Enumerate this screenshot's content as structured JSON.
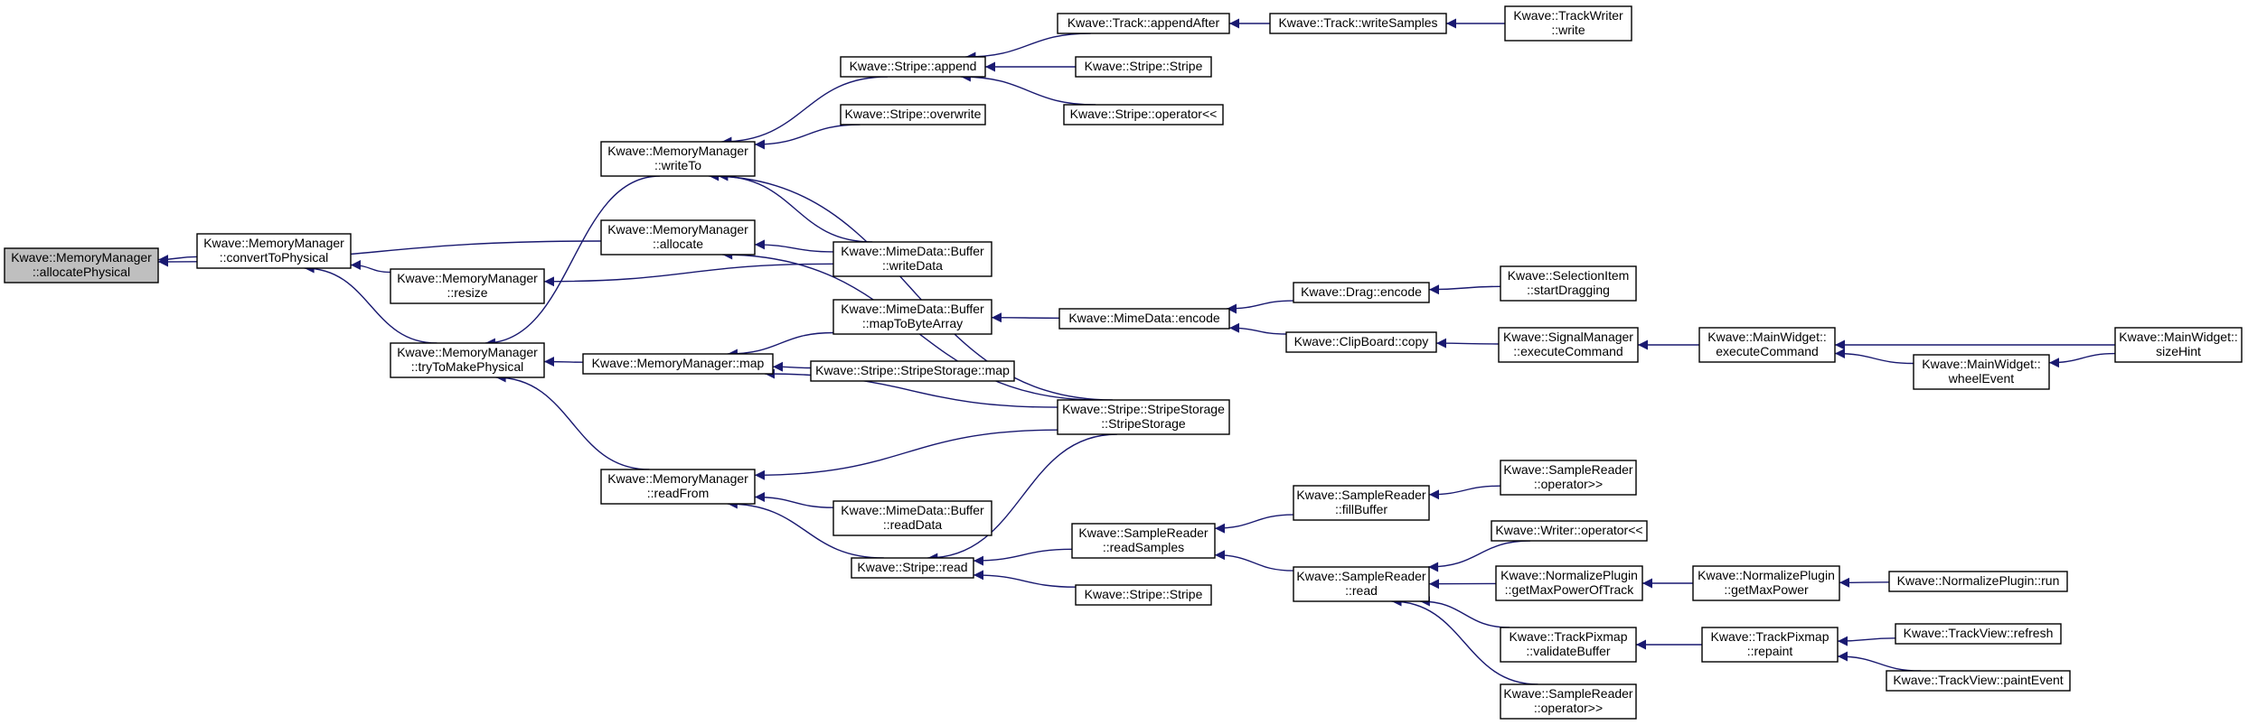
{
  "graph": {
    "edge_color": "#191970",
    "focus_fill": "#bfbfbf",
    "nodes": [
      {
        "id": "allocatePhysical",
        "lines": [
          "Kwave::MemoryManager",
          "::allocatePhysical"
        ],
        "focus": true
      },
      {
        "id": "convertToPhysical",
        "lines": [
          "Kwave::MemoryManager",
          "::convertToPhysical"
        ]
      },
      {
        "id": "mm_allocate",
        "lines": [
          "Kwave::MemoryManager",
          "::allocate"
        ]
      },
      {
        "id": "mm_resize",
        "lines": [
          "Kwave::MemoryManager",
          "::resize"
        ]
      },
      {
        "id": "tryToMakePhysical",
        "lines": [
          "Kwave::MemoryManager",
          "::tryToMakePhysical"
        ]
      },
      {
        "id": "mm_writeTo",
        "lines": [
          "Kwave::MemoryManager",
          "::writeTo"
        ]
      },
      {
        "id": "mm_map",
        "lines": [
          "Kwave::MemoryManager::map"
        ]
      },
      {
        "id": "mm_readFrom",
        "lines": [
          "Kwave::MemoryManager",
          "::readFrom"
        ]
      },
      {
        "id": "stripe_append",
        "lines": [
          "Kwave::Stripe::append"
        ]
      },
      {
        "id": "stripe_overwrite",
        "lines": [
          "Kwave::Stripe::overwrite"
        ]
      },
      {
        "id": "mime_writeData",
        "lines": [
          "Kwave::MimeData::Buffer",
          "::writeData"
        ]
      },
      {
        "id": "mime_mapToByteArray",
        "lines": [
          "Kwave::MimeData::Buffer",
          "::mapToByteArray"
        ]
      },
      {
        "id": "stripestorage_map",
        "lines": [
          "Kwave::Stripe::StripeStorage::map"
        ]
      },
      {
        "id": "mime_readData",
        "lines": [
          "Kwave::MimeData::Buffer",
          "::readData"
        ]
      },
      {
        "id": "stripe_read",
        "lines": [
          "Kwave::Stripe::read"
        ]
      },
      {
        "id": "track_appendAfter",
        "lines": [
          "Kwave::Track::appendAfter"
        ]
      },
      {
        "id": "stripe_ctor1",
        "lines": [
          "Kwave::Stripe::Stripe"
        ]
      },
      {
        "id": "stripe_opshl",
        "lines": [
          "Kwave::Stripe::operator<<"
        ]
      },
      {
        "id": "mime_encode",
        "lines": [
          "Kwave::MimeData::encode"
        ]
      },
      {
        "id": "stripestorage_ctor",
        "lines": [
          "Kwave::Stripe::StripeStorage",
          "::StripeStorage"
        ]
      },
      {
        "id": "sr_readSamples",
        "lines": [
          "Kwave::SampleReader",
          "::readSamples"
        ]
      },
      {
        "id": "stripe_ctor2",
        "lines": [
          "Kwave::Stripe::Stripe"
        ]
      },
      {
        "id": "track_writeSamples",
        "lines": [
          "Kwave::Track::writeSamples"
        ]
      },
      {
        "id": "trackwriter_write",
        "lines": [
          "Kwave::TrackWriter",
          "::write"
        ]
      },
      {
        "id": "drag_encode",
        "lines": [
          "Kwave::Drag::encode"
        ]
      },
      {
        "id": "clipboard_copy",
        "lines": [
          "Kwave::ClipBoard::copy"
        ]
      },
      {
        "id": "sr_fillBuffer",
        "lines": [
          "Kwave::SampleReader",
          "::fillBuffer"
        ]
      },
      {
        "id": "sr_read",
        "lines": [
          "Kwave::SampleReader",
          "::read"
        ]
      },
      {
        "id": "selitem_startDragging",
        "lines": [
          "Kwave::SelectionItem",
          "::startDragging"
        ]
      },
      {
        "id": "sigman_executeCommand",
        "lines": [
          "Kwave::SignalManager",
          "::executeCommand"
        ]
      },
      {
        "id": "sr_opshr1",
        "lines": [
          "Kwave::SampleReader",
          "::operator>>"
        ]
      },
      {
        "id": "writer_opshl",
        "lines": [
          "Kwave::Writer::operator<<"
        ]
      },
      {
        "id": "np_getMaxPowerOfTrack",
        "lines": [
          "Kwave::NormalizePlugin",
          "::getMaxPowerOfTrack"
        ]
      },
      {
        "id": "tp_validateBuffer",
        "lines": [
          "Kwave::TrackPixmap",
          "::validateBuffer"
        ]
      },
      {
        "id": "sr_opshr2",
        "lines": [
          "Kwave::SampleReader",
          "::operator>>"
        ]
      },
      {
        "id": "mw_executeCommand",
        "lines": [
          "Kwave::MainWidget::",
          "executeCommand"
        ]
      },
      {
        "id": "mw_wheelEvent",
        "lines": [
          "Kwave::MainWidget::",
          "wheelEvent"
        ]
      },
      {
        "id": "mw_sizeHint",
        "lines": [
          "Kwave::MainWidget::",
          "sizeHint"
        ]
      },
      {
        "id": "np_getMaxPower",
        "lines": [
          "Kwave::NormalizePlugin",
          "::getMaxPower"
        ]
      },
      {
        "id": "np_run",
        "lines": [
          "Kwave::NormalizePlugin::run"
        ]
      },
      {
        "id": "tp_repaint",
        "lines": [
          "Kwave::TrackPixmap",
          "::repaint"
        ]
      },
      {
        "id": "tv_refresh",
        "lines": [
          "Kwave::TrackView::refresh"
        ]
      },
      {
        "id": "tv_paintEvent",
        "lines": [
          "Kwave::TrackView::paintEvent"
        ]
      }
    ],
    "edges": [
      [
        "convertToPhysical",
        "allocatePhysical"
      ],
      [
        "mm_allocate",
        "allocatePhysical"
      ],
      [
        "mm_resize",
        "convertToPhysical"
      ],
      [
        "tryToMakePhysical",
        "convertToPhysical"
      ],
      [
        "mime_writeData",
        "mm_allocate"
      ],
      [
        "stripestorage_ctor",
        "mm_allocate"
      ],
      [
        "mime_writeData",
        "mm_resize"
      ],
      [
        "mm_writeTo",
        "tryToMakePhysical"
      ],
      [
        "mm_map",
        "tryToMakePhysical"
      ],
      [
        "mm_readFrom",
        "tryToMakePhysical"
      ],
      [
        "stripe_append",
        "mm_writeTo"
      ],
      [
        "stripe_overwrite",
        "mm_writeTo"
      ],
      [
        "mime_writeData",
        "mm_writeTo"
      ],
      [
        "stripestorage_ctor",
        "mm_writeTo"
      ],
      [
        "mime_mapToByteArray",
        "mm_map"
      ],
      [
        "stripestorage_map",
        "mm_map"
      ],
      [
        "stripestorage_ctor",
        "mm_map"
      ],
      [
        "stripestorage_ctor",
        "mm_readFrom"
      ],
      [
        "mime_readData",
        "mm_readFrom"
      ],
      [
        "stripe_read",
        "mm_readFrom"
      ],
      [
        "track_appendAfter",
        "stripe_append"
      ],
      [
        "stripe_ctor1",
        "stripe_append"
      ],
      [
        "stripe_opshl",
        "stripe_append"
      ],
      [
        "mime_encode",
        "mime_mapToByteArray"
      ],
      [
        "stripestorage_ctor",
        "stripe_read"
      ],
      [
        "sr_readSamples",
        "stripe_read"
      ],
      [
        "stripe_ctor2",
        "stripe_read"
      ],
      [
        "track_writeSamples",
        "track_appendAfter"
      ],
      [
        "trackwriter_write",
        "track_writeSamples"
      ],
      [
        "drag_encode",
        "mime_encode"
      ],
      [
        "clipboard_copy",
        "mime_encode"
      ],
      [
        "sr_fillBuffer",
        "sr_readSamples"
      ],
      [
        "sr_read",
        "sr_readSamples"
      ],
      [
        "selitem_startDragging",
        "drag_encode"
      ],
      [
        "sigman_executeCommand",
        "clipboard_copy"
      ],
      [
        "sr_opshr1",
        "sr_fillBuffer"
      ],
      [
        "writer_opshl",
        "sr_read"
      ],
      [
        "np_getMaxPowerOfTrack",
        "sr_read"
      ],
      [
        "tp_validateBuffer",
        "sr_read"
      ],
      [
        "sr_opshr2",
        "sr_read"
      ],
      [
        "mw_executeCommand",
        "sigman_executeCommand"
      ],
      [
        "mw_wheelEvent",
        "mw_executeCommand"
      ],
      [
        "mw_sizeHint",
        "mw_executeCommand"
      ],
      [
        "mw_sizeHint",
        "mw_wheelEvent"
      ],
      [
        "np_getMaxPower",
        "np_getMaxPowerOfTrack"
      ],
      [
        "np_run",
        "np_getMaxPower"
      ],
      [
        "tp_repaint",
        "tp_validateBuffer"
      ],
      [
        "tv_refresh",
        "tp_repaint"
      ],
      [
        "tv_paintEvent",
        "tp_repaint"
      ]
    ]
  }
}
